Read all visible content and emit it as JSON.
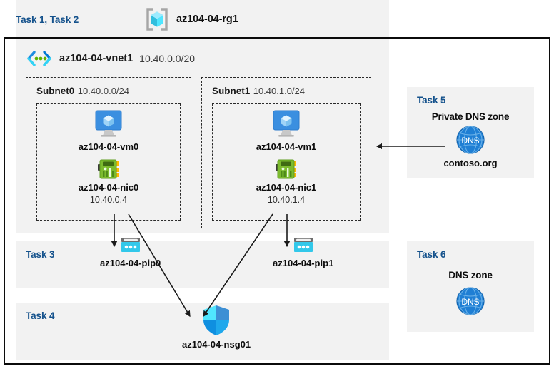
{
  "diagram": {
    "title_tasks": "Task 1, Task 2",
    "resource_group": {
      "name": "az104-04-rg1",
      "icon": "resource-group-icon"
    },
    "vnet": {
      "name": "az104-04-vnet1",
      "cidr": "10.40.0.0/20",
      "icon": "virtual-network-icon"
    },
    "subnets": [
      {
        "name": "Subnet0",
        "cidr": "10.40.0.0/24",
        "vm": {
          "name": "az104-04-vm0",
          "icon": "virtual-machine-icon"
        },
        "nic": {
          "name": "az104-04-nic0",
          "ip": "10.40.0.4",
          "icon": "network-interface-icon"
        }
      },
      {
        "name": "Subnet1",
        "cidr": "10.40.1.0/24",
        "vm": {
          "name": "az104-04-vm1",
          "icon": "virtual-machine-icon"
        },
        "nic": {
          "name": "az104-04-nic1",
          "ip": "10.40.1.4",
          "icon": "network-interface-icon"
        }
      }
    ],
    "task3": {
      "label": "Task 3",
      "pip0": {
        "name": "az104-04-pip0",
        "icon": "public-ip-address-icon"
      },
      "pip1": {
        "name": "az104-04-pip1",
        "icon": "public-ip-address-icon"
      }
    },
    "task4": {
      "label": "Task 4",
      "nsg": {
        "name": "az104-04-nsg01",
        "icon": "network-security-group-icon"
      }
    },
    "task5": {
      "label": "Task 5",
      "heading": "Private DNS zone",
      "zone_name": "contoso.org",
      "icon": "dns-zone-icon",
      "icon_text": "DNS"
    },
    "task6": {
      "label": "Task 6",
      "heading": "DNS zone",
      "icon": "dns-zone-icon",
      "icon_text": "DNS"
    },
    "colors": {
      "task_label": "#15528c",
      "panel_background": "#f2f2f2",
      "page_background": "#ffffff",
      "border": "#0b0b0b",
      "dashed_border": "#2a2a2a",
      "vm_icon_blue": "#3b8fe0",
      "nic_icon_green": "#7cbb2e",
      "pip_icon_cyan": "#32c8ea",
      "nsg_icon_blue": "#3ecdf5",
      "dns_icon_blue": "#1f7fd4",
      "connector": "#1a1a1a"
    }
  }
}
